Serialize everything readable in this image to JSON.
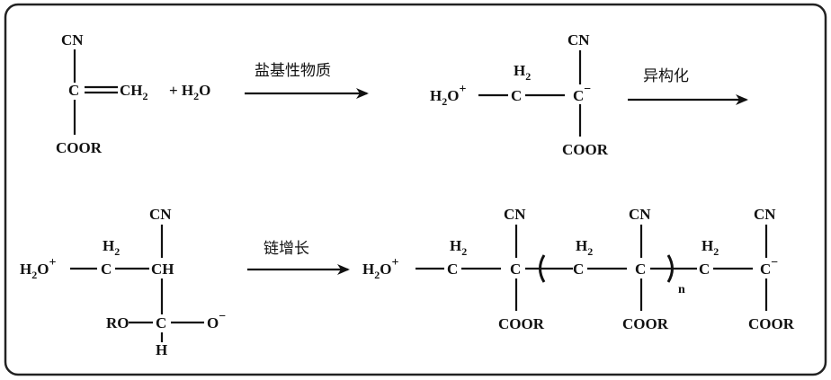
{
  "frame": {
    "border_color": "#222222",
    "background": "#ffffff"
  },
  "reaction1": {
    "cn": "CN",
    "c": "C",
    "ch2": "CH",
    "ch2_sub": "2",
    "plus_h2o": "+ H",
    "h2o_sub": "2",
    "h2o_o": "O",
    "coor": "COOR"
  },
  "arrow1": {
    "label": "盐基性物质"
  },
  "reaction2": {
    "h2o_h": "H",
    "h2o_sub": "2",
    "h2o_o": "O",
    "plus": "+",
    "h2": "H",
    "h2_sub": "2",
    "c1": "C",
    "c2": "C",
    "minus": "−",
    "cn": "CN",
    "coor": "COOR"
  },
  "arrow2": {
    "label": "异构化"
  },
  "reaction3": {
    "h2o_h": "H",
    "h2o_sub": "2",
    "h2o_o": "O",
    "plus": "+",
    "h2": "H",
    "h2_sub": "2",
    "c": "C",
    "ch": "CH",
    "cn": "CN",
    "ro": "RO",
    "c2": "C",
    "o": "O",
    "minus": "−",
    "h": "H"
  },
  "arrow3": {
    "label": "链增长"
  },
  "reaction4": {
    "h2o_h": "H",
    "h2o_sub": "2",
    "h2o_o": "O",
    "plus": "+",
    "h2": "H",
    "h2_sub": "2",
    "c": "C",
    "cn": "CN",
    "coor": "COOR",
    "n": "n",
    "minus": "−"
  }
}
